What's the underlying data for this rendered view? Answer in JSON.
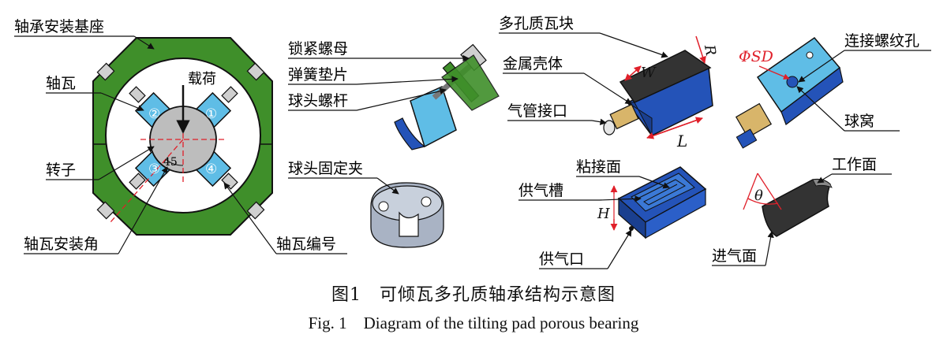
{
  "labels": {
    "housing": "轴承安装基座",
    "pad": "轴瓦",
    "load": "载荷",
    "rotor": "转子",
    "install_angle": "轴瓦安装角",
    "pad_number": "轴瓦编号",
    "angle_value": "45",
    "lock_nut": "锁紧螺母",
    "spring_washer": "弹簧垫片",
    "ball_stud": "球头螺杆",
    "ball_clamp": "球头固定夹",
    "porous_block": "多孔质瓦块",
    "metal_shell": "金属壳体",
    "air_inlet_port": "气管接口",
    "dim_R": "R",
    "dim_W": "W",
    "dim_L": "L",
    "phi_sd": "ΦSD",
    "thread_hole": "连接螺纹孔",
    "ball_socket": "球窝",
    "bond_face": "粘接面",
    "supply_groove": "供气槽",
    "dim_H": "H",
    "supply_port": "供气口",
    "work_face": "工作面",
    "theta": "θ",
    "inlet_face": "进气面"
  },
  "pad_numbers": [
    "①",
    "②",
    "③",
    "④"
  ],
  "caption": {
    "cn": "图1　可倾瓦多孔质轴承结构示意图",
    "en": "Fig. 1　Diagram of the tilting pad porous bearing"
  },
  "colors": {
    "housing_green": "#3f8f2a",
    "pad_blue": "#5fbde6",
    "shell_blue": "#2453b8",
    "porous_dark": "#333333",
    "rotor_gray": "#bdbdbd",
    "dim_red": "#e0202a"
  }
}
